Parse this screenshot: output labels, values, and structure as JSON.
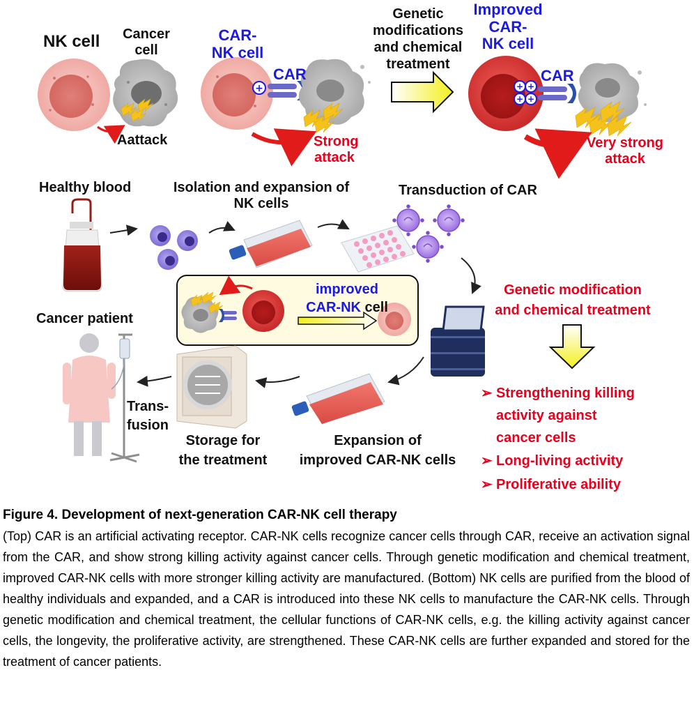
{
  "top": {
    "nk_cell_label": "NK cell",
    "cancer_cell_label_line1": "Cancer",
    "cancer_cell_label_line2": "cell",
    "attack_label": "Aattack",
    "car_nk_label_line1": "CAR-",
    "car_nk_label_line2": "NK cell",
    "car_label": "CAR",
    "strong_attack_line1": "Strong",
    "strong_attack_line2": "attack",
    "genetic_line1": "Genetic",
    "genetic_line2": "modifications",
    "genetic_line3": "and chemical",
    "genetic_line4": "treatment",
    "improved_line1": "Improved",
    "improved_line2": "CAR-",
    "improved_line3": "NK cell",
    "car_label_2": "CAR",
    "very_strong_line1": "Very strong",
    "very_strong_line2": "attack",
    "plus_sign": "+"
  },
  "bottom": {
    "healthy_blood": "Healthy blood",
    "isolation_line1": "Isolation and expansion of",
    "isolation_line2": "NK cells",
    "transduction": "Transduction of CAR",
    "improved_box_word1": "improved",
    "improved_box_word2": "CAR-NK",
    "improved_box_word3": "cell",
    "genetic_mod_line1": "Genetic modification",
    "genetic_mod_line2": "and chemical treatment",
    "cancer_patient": "Cancer patient",
    "transfusion_line1": "Trans-",
    "transfusion_line2": "fusion",
    "storage_line1": "Storage for",
    "storage_line2": "the treatment",
    "expansion_line1": "Expansion of",
    "expansion_line2": "improved CAR-NK cells",
    "bullet_marker": "➢",
    "bullets": [
      {
        "line1": "Strengthening killing",
        "line2": "activity against",
        "line3": "cancer cells"
      },
      {
        "line1": "Long-living activity"
      },
      {
        "line1": "Proliferative ability"
      }
    ]
  },
  "caption": {
    "title": "Figure 4. Development of next-generation CAR-NK cell therapy",
    "body": "(Top) CAR is an artificial activating receptor. CAR-NK cells recognize cancer cells through CAR, receive an activation signal from the CAR, and show strong killing activity against cancer cells. Through genetic modification and chemical treatment, improved CAR-NK cells with more stronger killing activity are manufactured. (Bottom) NK cells are purified from the blood of healthy individuals and expanded, and a CAR is introduced into these NK cells to manufacture the CAR-NK cells. Through genetic modification and chemical treatment, the cellular functions of CAR-NK cells, e.g. the killing activity against cancer cells, the longevity, the proliferative activity, are strengthened. These CAR-NK cells are further expanded and stored for the treatment of cancer patients."
  },
  "colors": {
    "label_blue": "#1a1ae6",
    "label_red": "#e8001c",
    "nk_cell_pink": "#f2b8b4",
    "improved_cell_red": "#d93a3a",
    "cancer_gray": "#b9b9b9",
    "lightning_yellow": "#f5c21b",
    "arrow_yellow": "#f6f330",
    "medium_red": "#e4544a",
    "virus_purple": "#8a55d6",
    "server_navy": "#1f2e5c"
  }
}
